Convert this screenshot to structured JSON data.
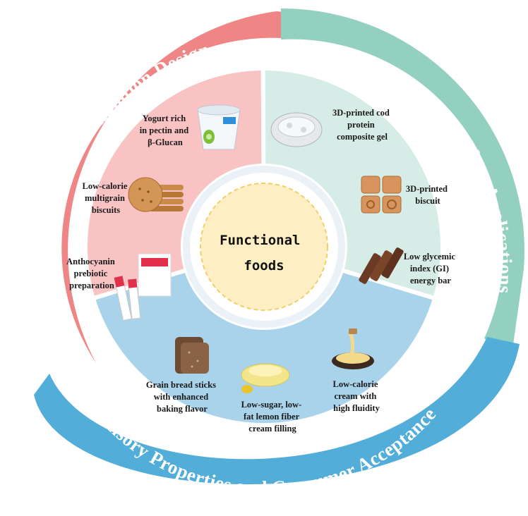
{
  "center": {
    "line1": "Functional",
    "line2": "foods"
  },
  "sections": {
    "formulation": {
      "title": "Engineered Fiber Formulation Design",
      "items": [
        {
          "lines": [
            "Yogurt rich",
            "in pectin and",
            "β-Glucan"
          ],
          "icon": "yogurt-cup-icon"
        },
        {
          "lines": [
            "Low-calorie",
            "multigrain",
            "biscuits"
          ],
          "icon": "biscuit-stack-icon"
        },
        {
          "lines": [
            "Anthocyanin",
            "prebiotic",
            "preparation"
          ],
          "icon": "sachet-box-icon"
        }
      ]
    },
    "applications": {
      "title": "Innovative Product Applications",
      "items": [
        {
          "lines": [
            "3D-printed cod",
            "protein",
            "composite gel"
          ],
          "icon": "printed-gel-icon"
        },
        {
          "lines": [
            "3D-printed",
            "biscuit"
          ],
          "icon": "printed-biscuit-icon"
        },
        {
          "lines": [
            "Low glycemic",
            "index (GI)",
            "energy bar"
          ],
          "icon": "energy-bar-icon"
        }
      ]
    },
    "sensory": {
      "title": "Sensory Properties and Consumer Acceptance",
      "items": [
        {
          "lines": [
            "Grain bread sticks",
            "with enhanced",
            "baking flavor"
          ],
          "icon": "bread-loaf-icon"
        },
        {
          "lines": [
            "Low-sugar, low-",
            "fat lemon fiber",
            "cream filling"
          ],
          "icon": "cream-bowl-icon"
        },
        {
          "lines": [
            "Low-calorie",
            "cream with",
            "high fluidity"
          ],
          "icon": "cream-pan-icon"
        }
      ]
    }
  },
  "colors": {
    "formulation_fill": "#f9c3c3",
    "formulation_arrow": "#ef8585",
    "applications_fill": "#d6ece6",
    "applications_arrow": "#93d0c0",
    "sensory_fill": "#a9d3ea",
    "sensory_arrow": "#52aed8",
    "center_fill": "#fdefc3",
    "center_border": "#f2cf66"
  }
}
